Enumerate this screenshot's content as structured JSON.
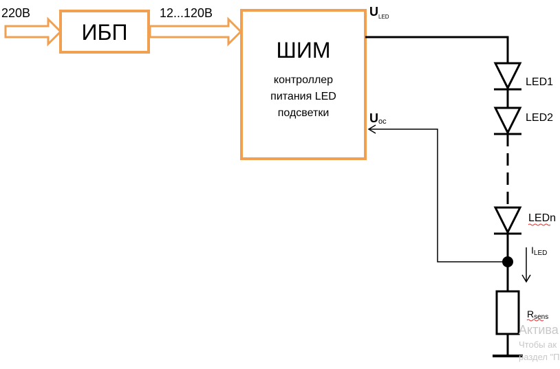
{
  "input_voltage": "220В",
  "ups_block": {
    "label": "ИБП"
  },
  "mid_voltage": "12...120В",
  "pwm_block": {
    "title": "ШИМ",
    "line1": "контроллер",
    "line2": "питания LED",
    "line3": "подсветки"
  },
  "u_led": {
    "main": "U",
    "sub": "LED"
  },
  "u_oc": {
    "main": "U",
    "sub": "ос"
  },
  "leds": [
    {
      "label": "LED1"
    },
    {
      "label": "LED2"
    },
    {
      "label": "LEDn"
    }
  ],
  "i_led": {
    "main": "I",
    "sub": "LED"
  },
  "r_sens": {
    "main": "R",
    "sub": "sens"
  },
  "watermark": {
    "line1": "Актива",
    "line2": "Чтобы ак",
    "line3": "раздел \"П"
  },
  "colors": {
    "block_orange": "#f0a050",
    "wire": "#000000",
    "watermark": "#c8c8c8"
  }
}
